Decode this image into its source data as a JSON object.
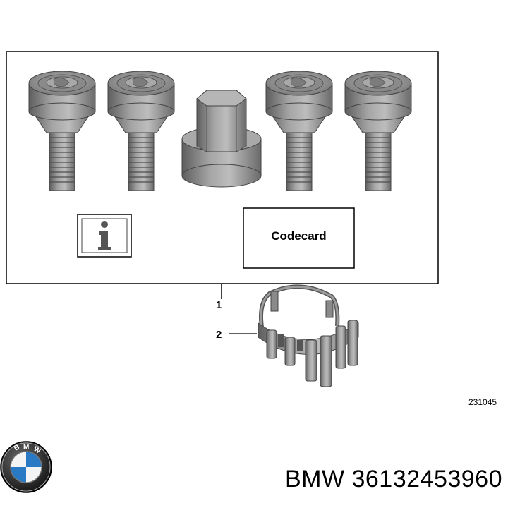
{
  "diagram": {
    "callouts": [
      {
        "number": "1",
        "part": "wheel-lock-set"
      },
      {
        "number": "2",
        "part": "retaining-clip"
      }
    ],
    "codecard_label": "Codecard",
    "info_symbol": "i",
    "diagram_id": "231045"
  },
  "footer": {
    "brand_logo_text": "BMW",
    "part_label": "BMW 36132453960"
  },
  "colors": {
    "metal_dark": "#6c6c6c",
    "metal_mid": "#9a9a9a",
    "metal_light": "#c9c9c9",
    "outline": "#000000",
    "bmw_blue": "#2a79c4"
  }
}
